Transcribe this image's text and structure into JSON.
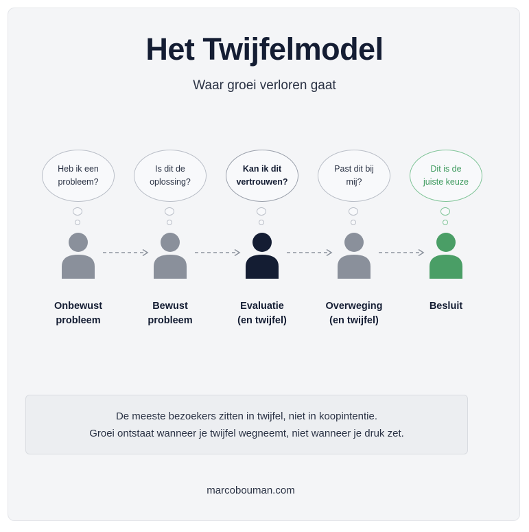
{
  "title": "Het Twijfelmodel",
  "subtitle": "Waar groei verloren gaat",
  "stages": [
    {
      "thought": "Heb ik een\nprobleem?",
      "label": "Onbewust\nprobleem",
      "style": "normal",
      "color": "#8a909b"
    },
    {
      "thought": "Is dit de\noplossing?",
      "label": "Bewust\nprobleem",
      "style": "normal",
      "color": "#8a909b"
    },
    {
      "thought": "Kan ik dit\nvertrouwen?",
      "label": "Evaluatie\n(en twijfel)",
      "style": "dark",
      "color": "#141d33"
    },
    {
      "thought": "Past dit bij\nmij?",
      "label": "Overweging\n(en twijfel)",
      "style": "normal",
      "color": "#8a909b"
    },
    {
      "thought": "Dit is de\njuiste keuze",
      "label": "Besluit",
      "style": "green",
      "color": "#4a9e66"
    }
  ],
  "note": {
    "line1": "De meeste bezoekers zitten in twijfel, niet in koopintentie.",
    "line2": "Groei ontstaat wanneer je twijfel wegneemt, niet wanneer je druk zet."
  },
  "footer": "marcobouman.com",
  "colors": {
    "title": "#141d33",
    "neutral_person": "#8a909b",
    "highlight_person": "#141d33",
    "decision_person": "#4a9e66",
    "arrow": "#8d939e"
  }
}
